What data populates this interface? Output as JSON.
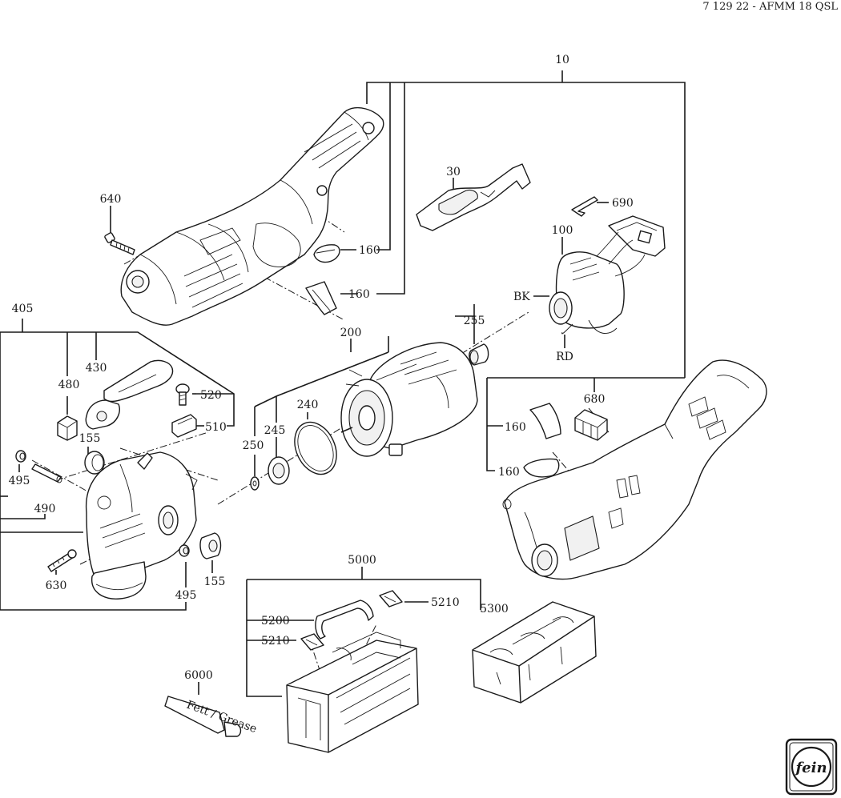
{
  "header": {
    "title": "7 129 22 - AFMM 18 QSL"
  },
  "labels": {
    "p10": "10",
    "p30": "30",
    "p690": "690",
    "p640": "640",
    "p160a": "160",
    "p160b": "160",
    "p100": "100",
    "p405": "405",
    "p200": "200",
    "p255": "255",
    "pBK": "BK",
    "pRD": "RD",
    "p430": "430",
    "p480": "480",
    "p520": "520",
    "p510": "510",
    "p155a": "155",
    "p240": "240",
    "p245": "245",
    "p250": "250",
    "p680": "680",
    "p160c": "160",
    "p160d": "160",
    "p495a": "495",
    "p490": "490",
    "p630": "630",
    "p495b": "495",
    "p155b": "155",
    "p5000": "5000",
    "p5210a": "5210",
    "p5200": "5200",
    "p5300": "5300",
    "p5210b": "5210",
    "p6000": "6000"
  },
  "tube_label": "Fett / Grease",
  "logo": {
    "text": "fein",
    "style": "circled"
  },
  "icons": [
    "fein-logo-icon"
  ]
}
